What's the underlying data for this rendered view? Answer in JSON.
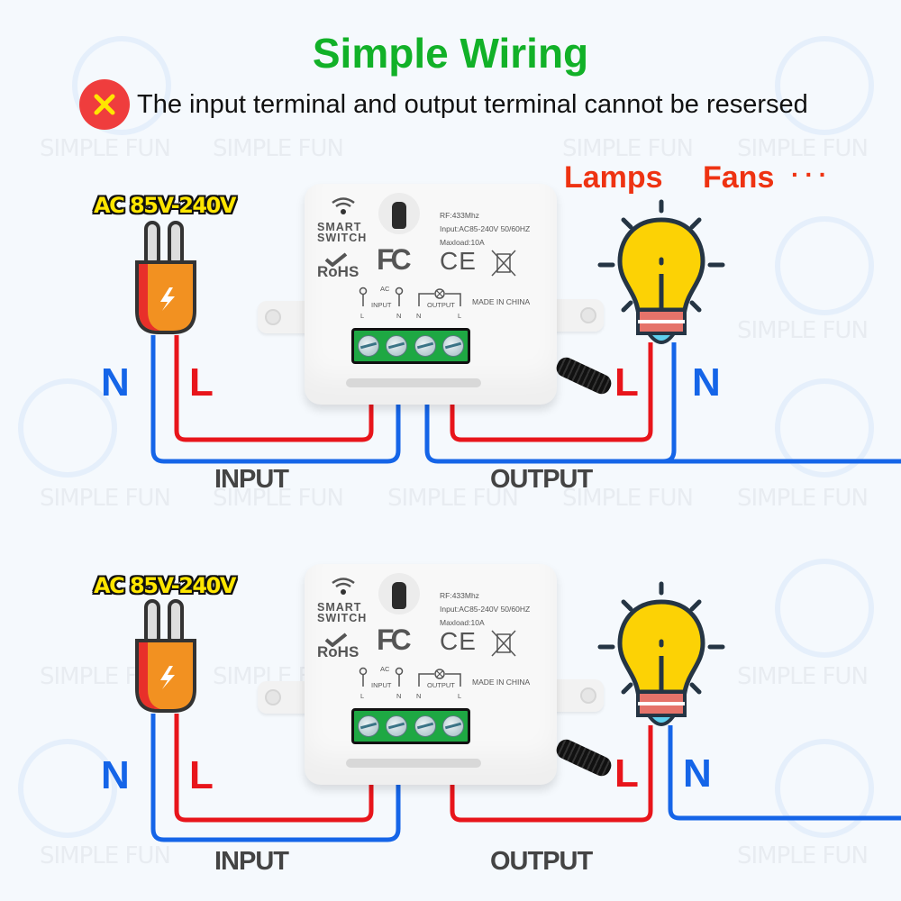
{
  "title": "Simple Wiring",
  "notice": {
    "icon": "x-circle-icon",
    "text": "The input terminal and output terminal cannot be resersed"
  },
  "loads": {
    "lamps": "Lamps",
    "fans": "Fans",
    "ellipsis": "···"
  },
  "watermark": "SIMPLE FUN",
  "colors": {
    "title": "#12b128",
    "neutral_wire": "#1565e8",
    "live_wire": "#e8151b",
    "load_text": "#ee3312",
    "voltage_text": "#ffe600",
    "terminal_block": "#1ea843",
    "bulb": "#fcd205"
  },
  "diagrams": [
    {
      "id": "top",
      "voltage": "AC 85V-240V",
      "source_neutral": "N",
      "source_live": "L",
      "load_live": "L",
      "load_neutral": "N",
      "input_label": "INPUT",
      "output_label": "OUTPUT",
      "device": {
        "brand": "SMART SWITCH",
        "rf": "RF:433Mhz",
        "input_spec": "Input:AC85-240V 50/60HZ",
        "maxload": "Maxload:10A",
        "rohs": "RoHS",
        "fcc": "FC",
        "ce": "CE",
        "made_in": "MADE IN CHINA",
        "ac": "AC",
        "input": "INPUT",
        "output": "OUTPUT",
        "terminals": [
          "L",
          "N",
          "N",
          "L"
        ]
      }
    },
    {
      "id": "bottom",
      "voltage": "AC 85V-240V",
      "source_neutral": "N",
      "source_live": "L",
      "load_live": "L",
      "load_neutral": "N",
      "input_label": "INPUT",
      "output_label": "OUTPUT",
      "device": {
        "brand": "SMART SWITCH",
        "rf": "RF:433Mhz",
        "input_spec": "Input:AC85-240V 50/60HZ",
        "maxload": "Maxload:10A",
        "rohs": "RoHS",
        "fcc": "FC",
        "ce": "CE",
        "made_in": "MADE IN CHINA",
        "ac": "AC",
        "input": "INPUT",
        "output": "OUTPUT",
        "terminals": [
          "L",
          "N",
          "N",
          "L"
        ]
      }
    }
  ]
}
